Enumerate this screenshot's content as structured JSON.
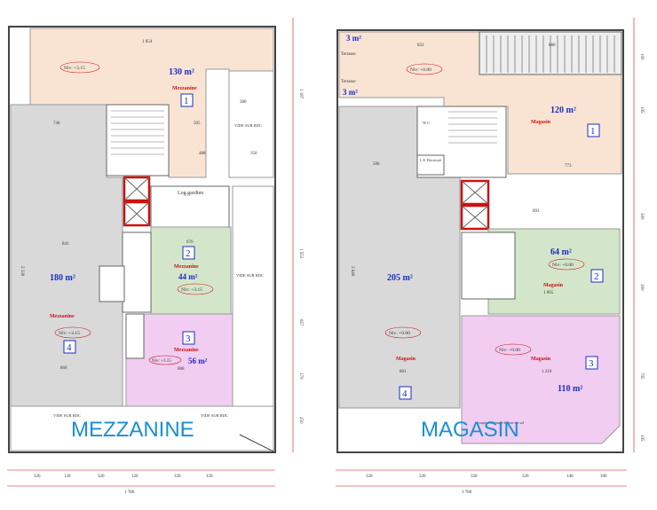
{
  "mezzanine_plan": {
    "title": "MEZZANINE",
    "rooms": [
      {
        "num": "1",
        "area": "130 m²",
        "name": "Mezzanine",
        "level": "Niv: +3.15"
      },
      {
        "num": "2",
        "area": "44 m²",
        "name": "Mezzanine",
        "level": "Niv: +3.15"
      },
      {
        "num": "3",
        "area": "56 m²",
        "name": "Mezzanine",
        "level": "Niv: +3.15"
      },
      {
        "num": "4",
        "area": "180 m²",
        "name": "Mezzanine",
        "level": "Niv: +3.15"
      }
    ],
    "labels": {
      "log_gardien": "Log.gardien",
      "vide_sur_rdc": "VIDE SUR RDC"
    },
    "dims": {
      "top": "1 854",
      "left_row": [
        "746",
        "505",
        "488"
      ],
      "right_row": [
        "380",
        "350"
      ],
      "mid": "841",
      "mid2": "670",
      "bottom": [
        "860",
        "808"
      ],
      "bottom_axis": [
        "320",
        "120",
        "320",
        "120",
        "320",
        "120"
      ],
      "bottom_total": "1 786",
      "side_left": "2 339",
      "side_right": [
        "1 187",
        "1 553",
        "657",
        "170",
        "250"
      ]
    }
  },
  "magasin_plan": {
    "title": "MAGASIN",
    "rooms": [
      {
        "num": "1",
        "area": "120 m²",
        "name": "Magasin",
        "level": ""
      },
      {
        "num": "2",
        "area": "64 m²",
        "name": "Magasin",
        "level": "Niv: +0.00"
      },
      {
        "num": "3",
        "area": "110 m²",
        "name": "Magasin",
        "level": "Niv: +0.00"
      },
      {
        "num": "4",
        "area": "205 m²",
        "name": "Magasin",
        "level": "Niv: +0.00"
      }
    ],
    "labels": {
      "terrasse_top": "3 m²",
      "terrasse_top_label": "Terrasse",
      "terrasse_side": "3 m²",
      "terrasse_side_label": "Terrasse",
      "wc": "W.C",
      "elec": "L.E. Electricité",
      "niv_top": "Niv: +0.00",
      "occupied": "occupé et aménagé du bon sur sol"
    },
    "dims": {
      "top": "822",
      "top2": "880",
      "mid": [
        "506",
        "773",
        "893",
        "1 065"
      ],
      "bottom": [
        "861",
        "1 210"
      ],
      "bottom_axis": [
        "320",
        "320",
        "320",
        "320",
        "140",
        "300"
      ],
      "bottom_total": "1 786",
      "side_left": "2 649",
      "side_right": [
        "100",
        "105",
        "300",
        "300",
        "705",
        "105"
      ]
    }
  },
  "colors": {
    "peach": "#f9e4d3",
    "green": "#d4e6c9",
    "pink": "#f1cdf1",
    "gray": "#d9d9d9",
    "title_blue": "#1a8fd6",
    "num_blue": "#1a2fc0",
    "red": "#cc1111"
  }
}
